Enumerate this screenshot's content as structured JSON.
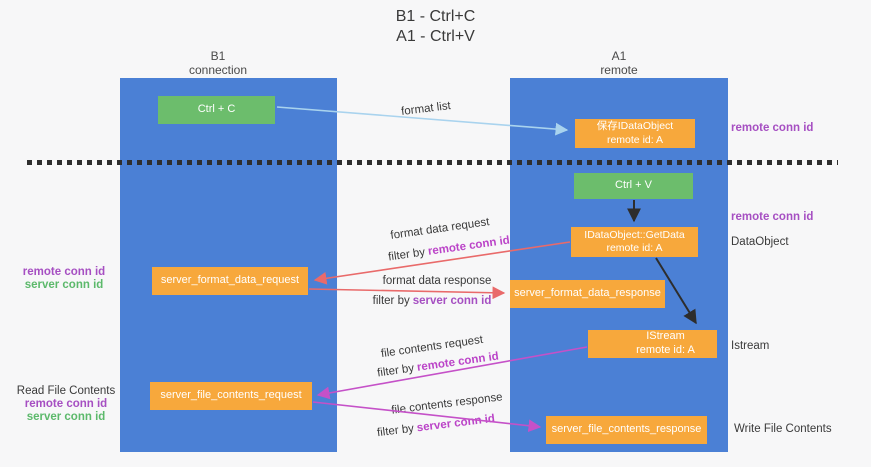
{
  "title": {
    "line1": "B1 - Ctrl+C",
    "line2": "A1 - Ctrl+V"
  },
  "lifelines": {
    "left": {
      "name": "B1",
      "role": "connection"
    },
    "right": {
      "name": "A1",
      "role": "remote"
    }
  },
  "boxes": {
    "ctrl_c": "Ctrl + C",
    "save_idataobject_line1": "保存IDataObject",
    "save_idataobject_line2": "remote id: A",
    "ctrl_v": "Ctrl + V",
    "getdata_line1": "IDataObject::GetData",
    "getdata_line2": "remote id: A",
    "format_request": "server_format_data_request",
    "format_response": "server_format_data_response",
    "istream_line1": "IStream",
    "istream_line2": "remote id: A",
    "file_request": "server_file_contents_request",
    "file_response": "server_file_contents_response"
  },
  "labels": {
    "format_list": "format list",
    "format_data_request": "format data request",
    "format_data_response": "format data response",
    "file_contents_request": "file contents request",
    "file_contents_response": "file contents response",
    "filter_by": "filter by",
    "remote_conn_id": "remote conn id",
    "server_conn_id": "server conn id",
    "dataobject": "DataObject",
    "istream": "Istream",
    "read_file_contents": "Read File Contents",
    "write_file_contents": "Write File Contents"
  },
  "colors": {
    "lifeline_blue": "#4b80d5",
    "box_green": "#6cbd6c",
    "box_orange": "#f7a83c",
    "purple": "#a64fc2",
    "magenta": "#bb44c8",
    "label_green": "#5cb96b",
    "arrow_light_blue": "#a9d3ee",
    "arrow_red": "#e96a6a",
    "arrow_magenta": "#c551c8",
    "arrow_dark": "#2d2d2d"
  }
}
